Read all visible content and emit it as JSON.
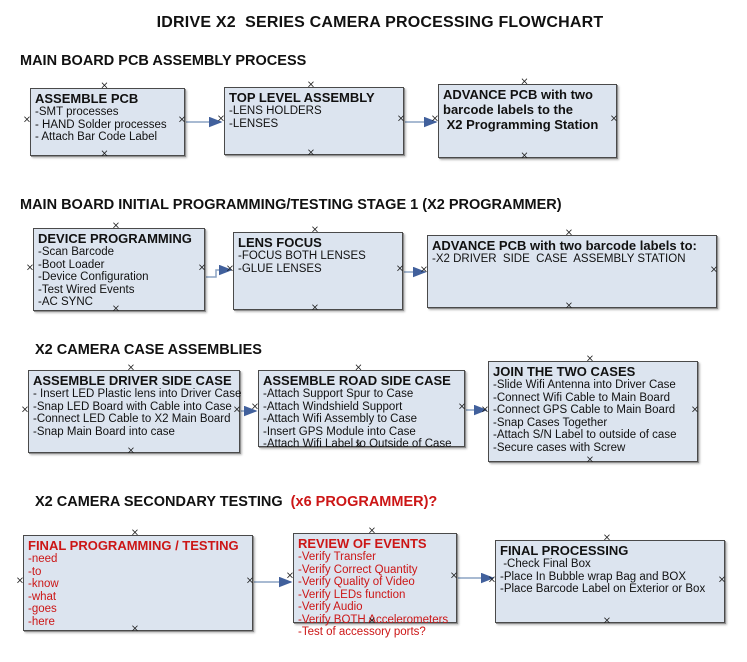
{
  "title": "IDRIVE X2  SERIES CAMERA PROCESSING FLOWCHART",
  "colors": {
    "box_fill": "#dce4ef",
    "box_border": "#4a4a4a",
    "connector_line": "#8ca3c4",
    "connector_arrow": "#41609c",
    "red_text": "#cc1616",
    "black_text": "#111111"
  },
  "icons": {
    "connection_marker": "×"
  },
  "sections": [
    {
      "heading_parts": [
        {
          "text": "MAIN BOARD PCB ASSEMBLY PROCESS",
          "color": "#111111"
        }
      ],
      "boxes": [
        {
          "title": "ASSEMBLE PCB",
          "lines": [
            "-SMT processes",
            "- HAND Solder processes",
            "- Attach Bar Code Label"
          ],
          "text_color": "#111111"
        },
        {
          "title": "TOP LEVEL ASSEMBLY",
          "lines": [
            "-LENS HOLDERS",
            "-LENSES"
          ],
          "text_color": "#111111"
        },
        {
          "title": "ADVANCE PCB with two\nbarcode labels to the\n X2 Programming Station",
          "lines": [],
          "text_color": "#111111"
        }
      ]
    },
    {
      "heading_parts": [
        {
          "text": "MAIN BOARD INITIAL PROGRAMMING/TESTING STAGE 1 (X2 PROGRAMMER)",
          "color": "#111111"
        }
      ],
      "boxes": [
        {
          "title": "DEVICE PROGRAMMING",
          "lines": [
            "-Scan Barcode",
            "-Boot Loader",
            "-Device Configuration",
            "-Test Wired Events",
            "-AC SYNC"
          ],
          "text_color": "#111111"
        },
        {
          "title": "LENS FOCUS",
          "lines": [
            "-FOCUS BOTH LENSES",
            "-GLUE LENSES"
          ],
          "text_color": "#111111"
        },
        {
          "title": "ADVANCE PCB with two barcode labels to:",
          "lines": [
            "-X2 DRIVER  SIDE  CASE  ASSEMBLY STATION"
          ],
          "text_color": "#111111"
        }
      ]
    },
    {
      "heading_parts": [
        {
          "text": "X2 CAMERA CASE ASSEMBLIES",
          "color": "#111111"
        }
      ],
      "boxes": [
        {
          "title": "ASSEMBLE DRIVER SIDE CASE",
          "lines": [
            "- Insert LED Plastic lens into Driver Case",
            "-Snap LED Board with Cable into Case",
            "-Connect LED Cable to X2 Main Board",
            "-Snap Main Board into case"
          ],
          "text_color": "#111111"
        },
        {
          "title": "ASSEMBLE ROAD SIDE CASE",
          "lines": [
            "-Attach Support Spur to Case",
            "-Attach Windshield Support",
            "-Attach Wifi Assembly to Case",
            "-Insert GPS Module into Case",
            "-Attach Wifi Label to Outside of Case"
          ],
          "text_color": "#111111"
        },
        {
          "title": "JOIN THE TWO CASES",
          "lines": [
            "-Slide Wifi Antenna into Driver Case",
            "-Connect Wifi Cable to Main Board",
            "-Connect GPS Cable to Main Board",
            "-Snap Cases Together",
            "-Attach S/N Label to outside of case",
            "-Secure cases with Screw"
          ],
          "text_color": "#111111"
        }
      ]
    },
    {
      "heading_parts": [
        {
          "text": "X2 CAMERA SECONDARY TESTING  ",
          "color": "#111111"
        },
        {
          "text": "(x6 PROGRAMMER)?",
          "color": "#cc1616"
        }
      ],
      "boxes": [
        {
          "title": "FINAL PROGRAMMING / TESTING",
          "lines": [
            "-need",
            "-to",
            "-know",
            "-what",
            "-goes",
            "-here"
          ],
          "text_color": "#cc1616"
        },
        {
          "title": "REVIEW OF EVENTS",
          "lines": [
            "-Verify Transfer",
            "-Verify Correct Quantity",
            "-Verify Quality of Video",
            "-Verify LEDs function",
            "-Verify Audio",
            "-Verify BOTH Accelerometers",
            "-Test of accessory ports?"
          ],
          "text_color": "#cc1616"
        },
        {
          "title": "FINAL PROCESSING",
          "lines": [
            " -Check Final Box",
            "-Place In Bubble wrap Bag and BOX",
            "-Place Barcode Label on Exterior or Box"
          ],
          "text_color": "#111111"
        }
      ]
    }
  ]
}
